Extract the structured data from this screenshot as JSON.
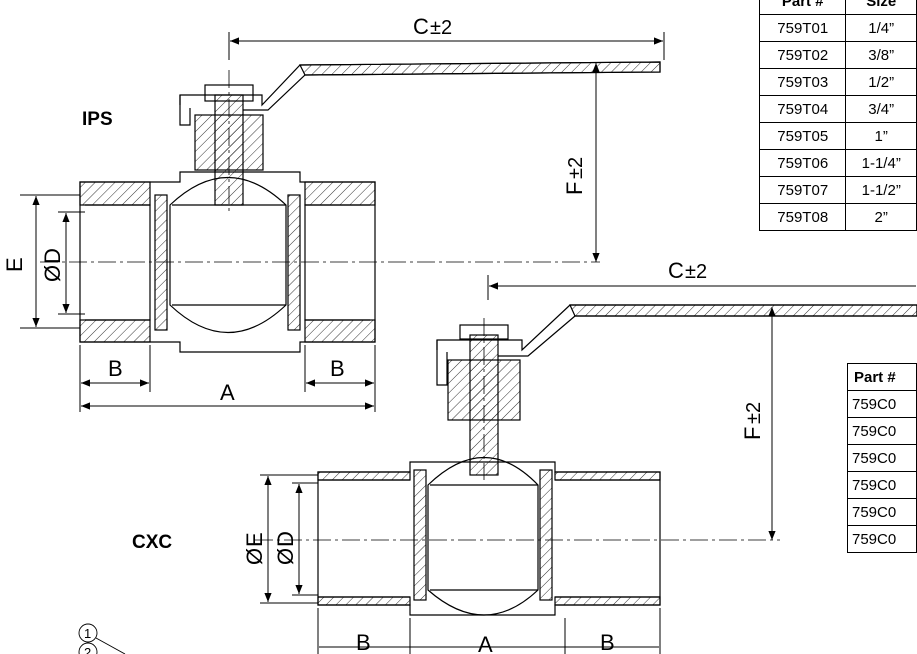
{
  "labels": {
    "ips": "IPS",
    "cxc": "CXC",
    "c_dim": "C",
    "c_tol": "±2",
    "f_dim": "F",
    "f_tol": "±2",
    "a": "A",
    "b": "B",
    "e": "E",
    "d": "D",
    "phi": "Ø",
    "callout1": "1",
    "callout2": "2"
  },
  "ips_table": {
    "headers": [
      "Part #",
      "Size"
    ],
    "rows": [
      [
        "759T01",
        "1/4”"
      ],
      [
        "759T02",
        "3/8”"
      ],
      [
        "759T03",
        "1/2”"
      ],
      [
        "759T04",
        "3/4”"
      ],
      [
        "759T05",
        "1”"
      ],
      [
        "759T06",
        "1-1/4”"
      ],
      [
        "759T07",
        "1-1/2”"
      ],
      [
        "759T08",
        "2”"
      ]
    ]
  },
  "cxc_table": {
    "headers": [
      "Part #"
    ],
    "rows": [
      [
        "759C0"
      ],
      [
        "759C0"
      ],
      [
        "759C0"
      ],
      [
        "759C0"
      ],
      [
        "759C0"
      ],
      [
        "759C0"
      ]
    ]
  }
}
